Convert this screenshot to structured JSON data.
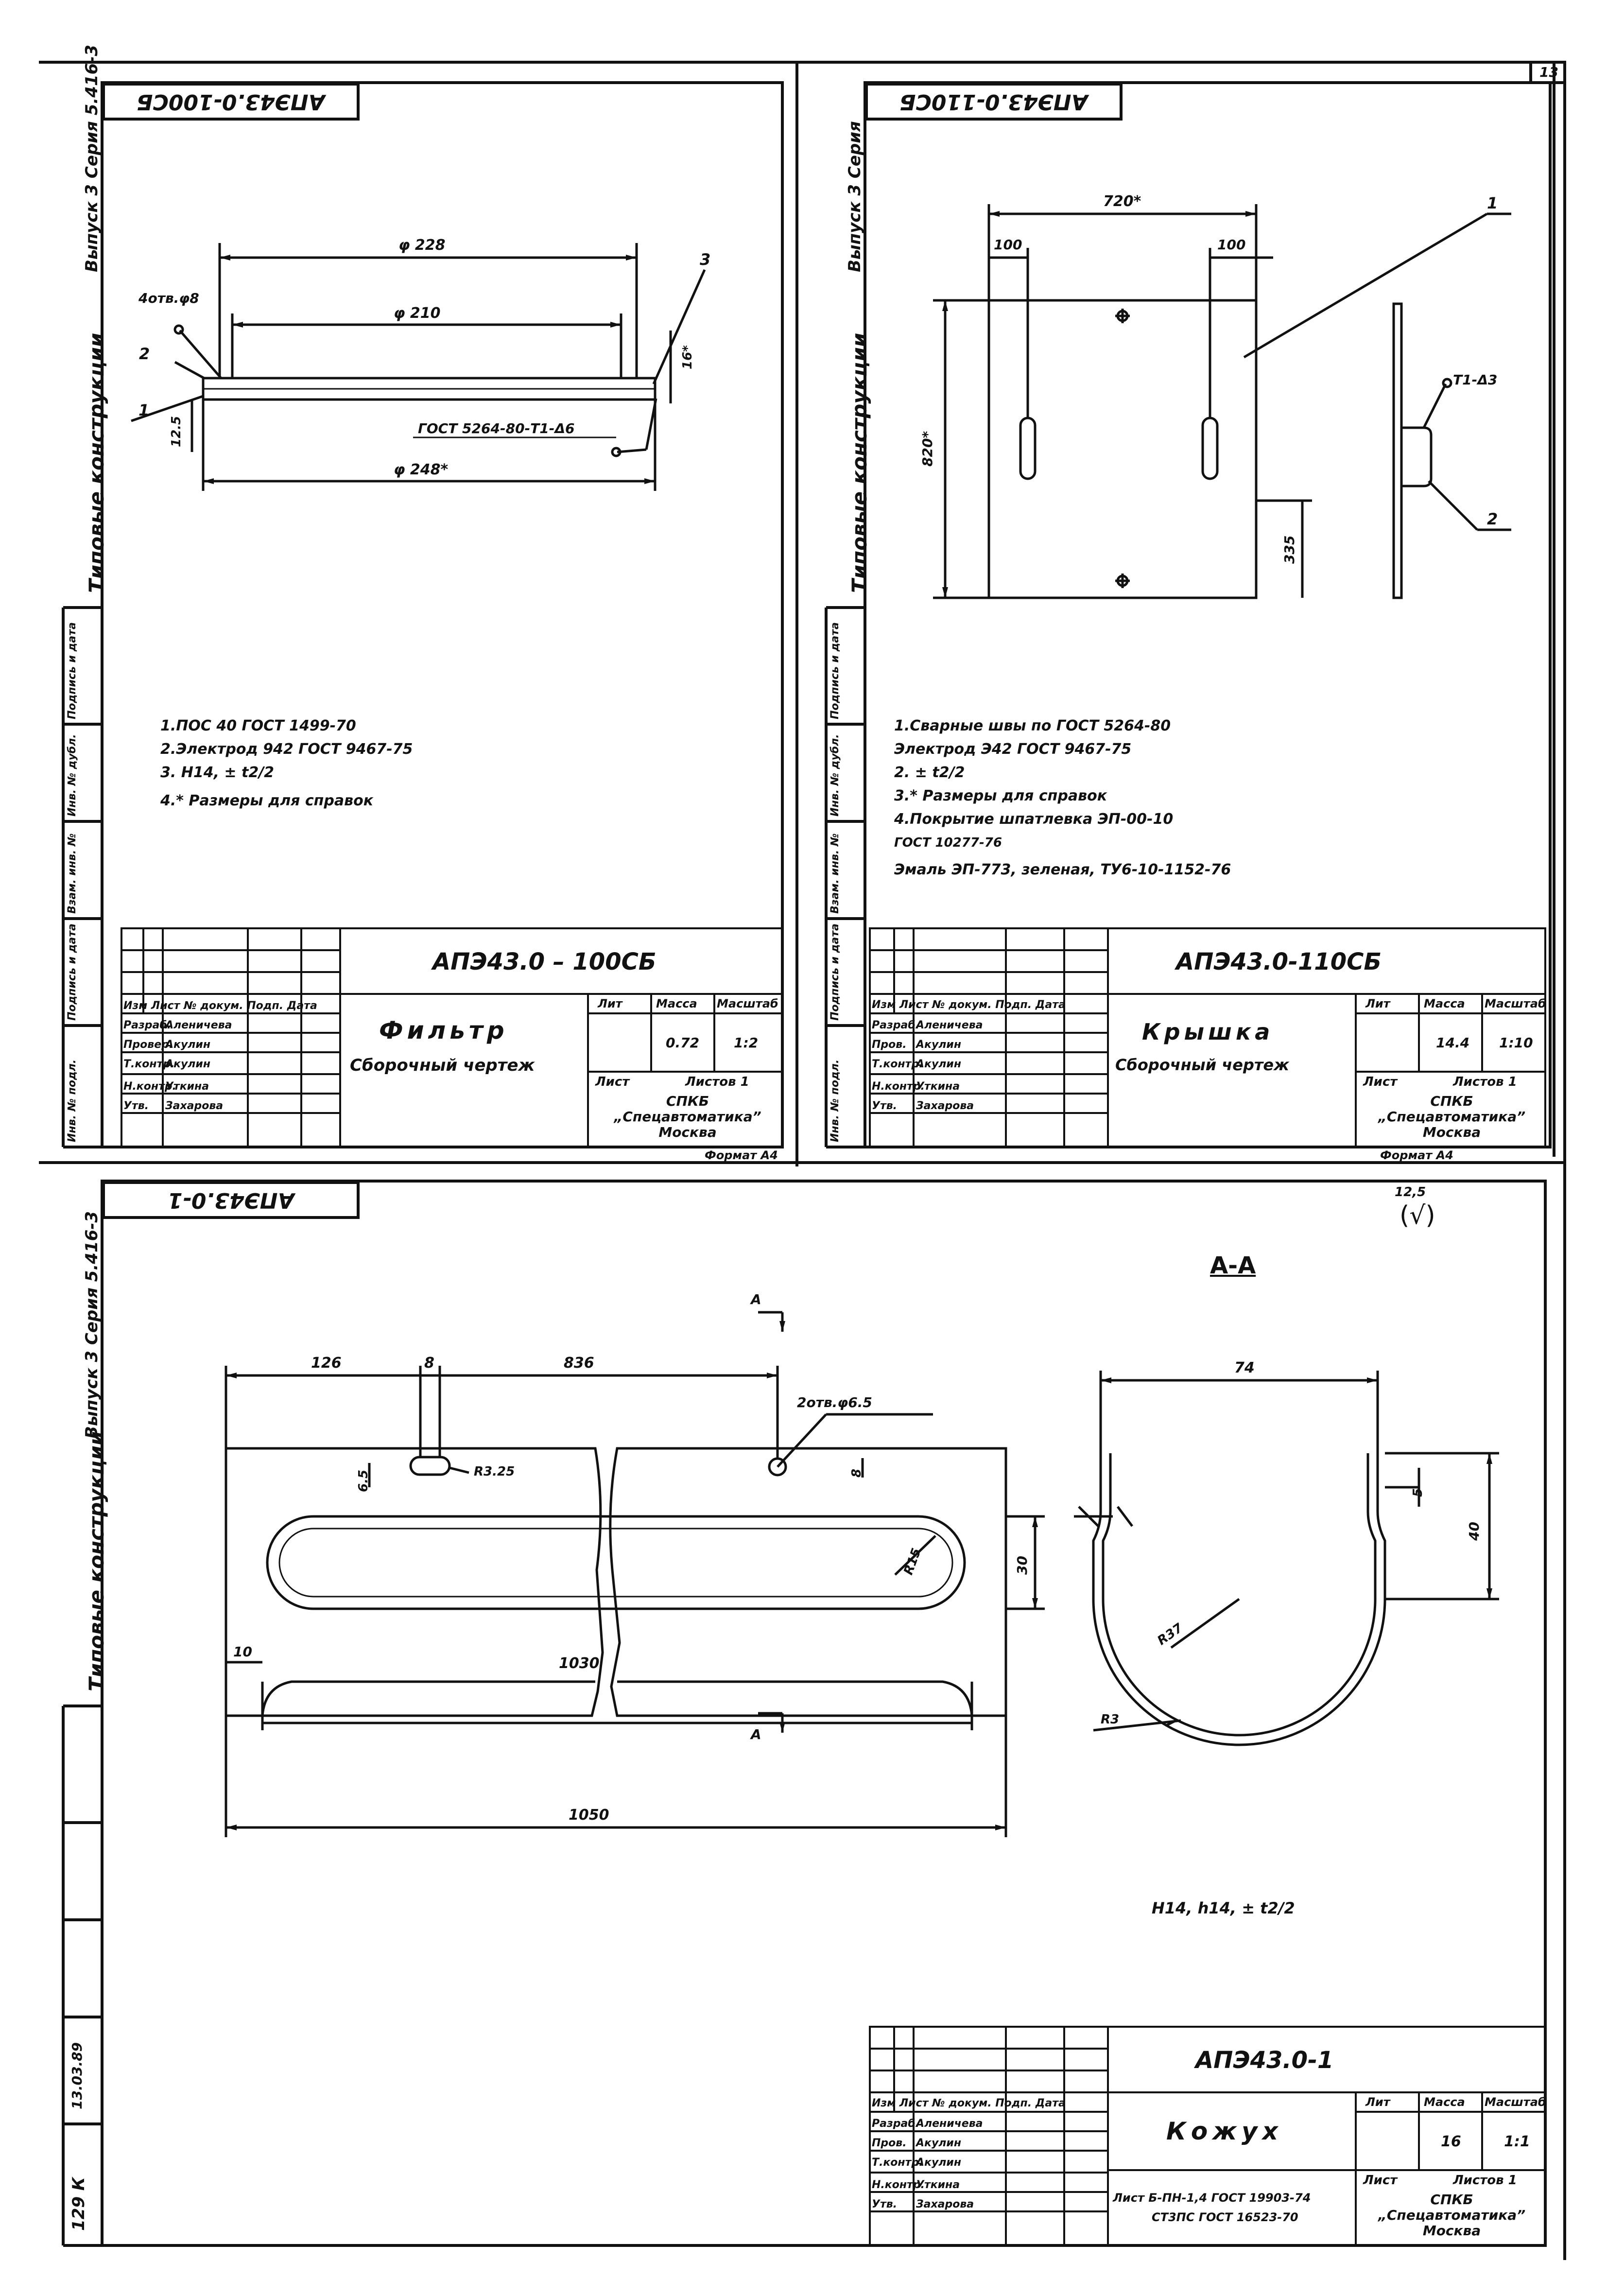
{
  "page_number": "13",
  "sheets": [
    {
      "id": "filter",
      "stamp_code": "АПЭ43.0-100СБ",
      "side_series": "Выпуск 3 Серия 5.416-3",
      "side_title": "Типовые конструкции",
      "dims": {
        "d228": "φ 228",
        "d210": "φ 210",
        "d248": "φ 248*",
        "holes": "4отв.φ8",
        "h16": "16*",
        "h125": "12.5",
        "weld": "ГОСТ 5264-80-Т1-Δ6"
      },
      "callouts": [
        "1",
        "2",
        "3"
      ],
      "notes": [
        "1.ПОС 40 ГОСТ 1499-70",
        "2.Электрод 942 ГОСТ 9467-75",
        "3. Н14, ± t2/2",
        "4.* Размеры для справок"
      ],
      "title_block": {
        "code": "АПЭ43.0 – 100СБ",
        "name": "Фильтр",
        "subtitle": "Сборочный чертеж",
        "mass": "0.72",
        "scale": "1:2",
        "sheets": "Листов 1",
        "org": "СПКБ „Спецавтоматика” Москва",
        "format": "Формат А4",
        "headers": {
          "lit": "Лит",
          "mass": "Масса",
          "scale": "Масштаб",
          "sheet": "Лист"
        },
        "rows": [
          [
            "Изм",
            "Лист",
            "№ докум.",
            "Подп.",
            "Дата"
          ],
          [
            "Разраб.",
            "Аленичева"
          ],
          [
            "Провер.",
            "Акулин"
          ],
          [
            "Т.контр.",
            "Акулин"
          ],
          [
            "Н.контр.",
            "Уткина"
          ],
          [
            "Утв.",
            "Захарова"
          ]
        ]
      }
    },
    {
      "id": "cover",
      "stamp_code": "АПЭ43.0-110СБ",
      "side_series": "Выпуск 3 Серия",
      "side_title": "Типовые конструкции",
      "dims": {
        "w720": "720*",
        "l100": "100",
        "r100": "100",
        "h820": "820*",
        "h335": "335",
        "weld": "Т1-Δ3"
      },
      "callouts": [
        "1",
        "2"
      ],
      "notes": [
        "1.Сварные швы по ГОСТ 5264-80",
        "Электрод Э42 ГОСТ 9467-75",
        "2. ± t2/2",
        "3.* Размеры для справок",
        "4.Покрытие шпатлевка ЭП-00-10",
        "ГОСТ 10277-76",
        "Эмаль ЭП-773, зеленая, ТУ6-10-1152-76"
      ],
      "title_block": {
        "code": "АПЭ43.0-110СБ",
        "name": "Крышка",
        "subtitle": "Сборочный чертеж",
        "mass": "14.4",
        "scale": "1:10",
        "sheets": "Листов 1",
        "org": "СПКБ „Спецавтоматика” Москва",
        "format": "Формат А4",
        "headers": {
          "lit": "Лит",
          "mass": "Масса",
          "scale": "Масштаб",
          "sheet": "Лист"
        },
        "rows": [
          [
            "Изм",
            "Лист",
            "№ докум.",
            "Подп.",
            "Дата"
          ],
          [
            "Разраб.",
            "Аленичева"
          ],
          [
            "Пров.",
            "Акулин"
          ],
          [
            "Т.контр.",
            "Акулин"
          ],
          [
            "Н.контр.",
            "Уткина"
          ],
          [
            "Утв.",
            "Захарова"
          ]
        ]
      }
    },
    {
      "id": "casing",
      "stamp_code": "АПЭ43.0-1",
      "side_series": "Выпуск 3 Серия 5.416-3",
      "side_title": "Типовые конструкции",
      "roughness": "12,5",
      "roughness_paren": "(√)",
      "section_label": "А-А",
      "section_mark": "А",
      "dims": {
        "d126": "126",
        "d8": "8",
        "d836": "836",
        "holes": "2отв.φ6.5",
        "r325": "R3.25",
        "d65": "6.5",
        "d8b": "8",
        "r15": "R15",
        "d30": "30",
        "d10": "10",
        "d1030": "1030",
        "d1050": "1050",
        "d74": "74",
        "d5": "5",
        "d40": "40",
        "r37": "R37",
        "r3": "R3"
      },
      "tolerance_note": "Н14, h14, ± t2/2",
      "left_stamp": "129 К",
      "left_date": "13.03.89",
      "title_block": {
        "code": "АПЭ43.0-1",
        "name": "Кожух",
        "subtitle": "",
        "mass": "16",
        "scale": "1:1",
        "sheets": "Листов 1",
        "material_top": "Лист Б-ПН-1,4 ГОСТ 19903-74",
        "material_bottom": "СТ3ПС ГОСТ 16523-70",
        "org": "СПКБ „Спецавтоматика” Москва",
        "headers": {
          "lit": "Лит",
          "mass": "Масса",
          "scale": "Масштаб",
          "sheet": "Лист"
        },
        "rows": [
          [
            "Изм",
            "Лист",
            "№ докум.",
            "Подп.",
            "Дата"
          ],
          [
            "Разраб.",
            "Аленичева"
          ],
          [
            "Пров.",
            "Акулин"
          ],
          [
            "Т.контр.",
            "Акулин"
          ],
          [
            "Н.контр.",
            "Уткина"
          ],
          [
            "Утв.",
            "Захарова"
          ]
        ]
      }
    }
  ],
  "side_columns": [
    "Инв. № подл.",
    "Подпись и дата",
    "Взам. инв. №",
    "Инв. № дубл.",
    "Подпись и дата"
  ]
}
